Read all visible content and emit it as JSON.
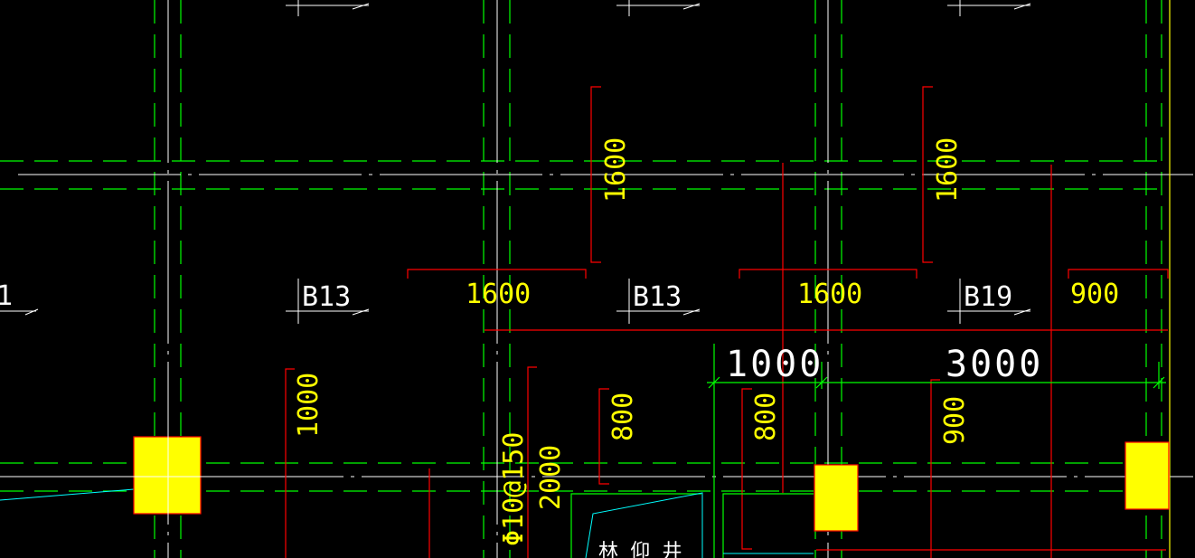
{
  "drawing": {
    "background": "#000000",
    "colors": {
      "grid_dashed": "#00ff00",
      "axis_line": "#ffffff",
      "rebar": "#ff0000",
      "dim_text": "#ffff00",
      "column": "#ffff00",
      "column_outline": "#ff0000",
      "label_text": "#ffffff",
      "dim_line": "#00ff00",
      "misc": "#00ffff"
    }
  },
  "slab_labels": {
    "left_partial": "1",
    "left": "B13",
    "middle": "B13",
    "right": "B19"
  },
  "rebar_lengths": {
    "vertical_mid_top": "1600",
    "vertical_right_top": "1600",
    "horizontal_left": "1600",
    "horizontal_mid": "1600",
    "horizontal_right": "900",
    "vertical_left_bottom": "1000",
    "vertical_mid_bottom": "2000",
    "vertical_center_bottom": "800",
    "vertical_center_right_bottom": "800",
    "vertical_right_bottom": "900"
  },
  "rebar_spec": "Φ10@150",
  "dimensions": {
    "left_span": "1000",
    "right_span": "3000"
  },
  "fragment_text": "林 仰 井"
}
